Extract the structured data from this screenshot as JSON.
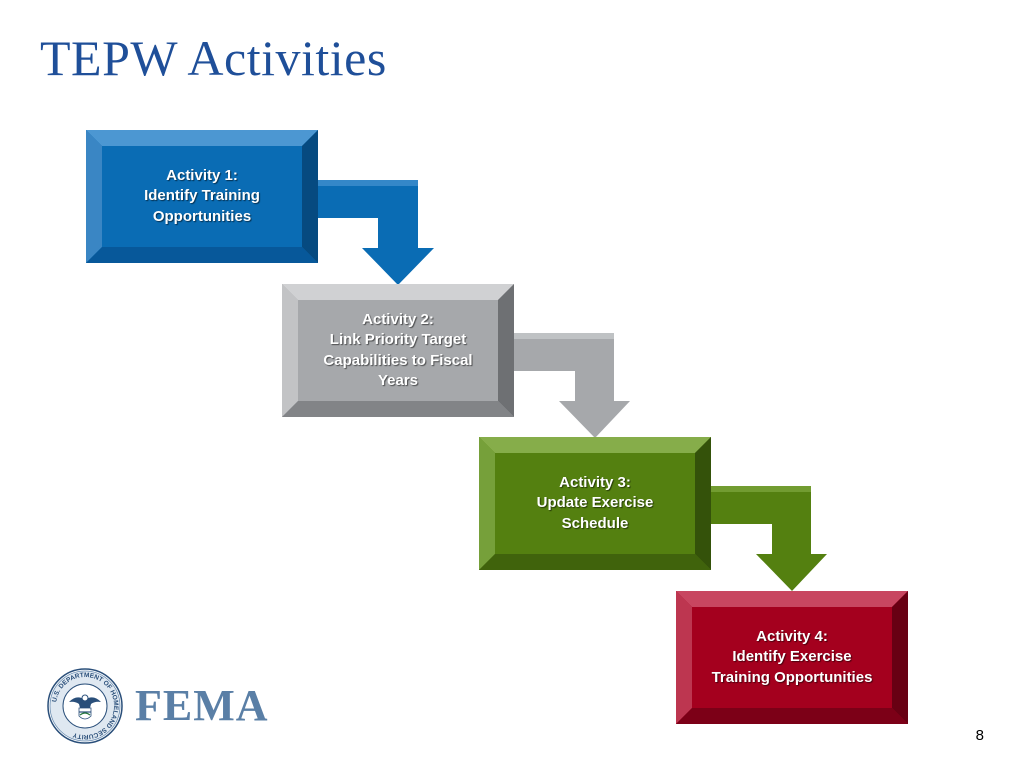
{
  "slide": {
    "title": "TEPW Activities",
    "page_number": "8"
  },
  "activities": [
    {
      "heading": "Activity 1:",
      "lines": [
        "Identify Training",
        "Opportunities"
      ],
      "color": "#0a6cb4"
    },
    {
      "heading": "Activity 2:",
      "lines": [
        "Link Priority Target",
        "Capabilities to Fiscal",
        "Years"
      ],
      "color": "#a6a8ab"
    },
    {
      "heading": "Activity 3:",
      "lines": [
        "Update Exercise",
        "Schedule"
      ],
      "color": "#548010"
    },
    {
      "heading": "Activity 4:",
      "lines": [
        "Identify Exercise",
        "Training Opportunities"
      ],
      "color": "#a4001e"
    }
  ],
  "logo": {
    "wordmark": "FEMA",
    "seal_text": "U.S. DEPARTMENT OF HOMELAND SECURITY",
    "seal_icon": "dhs-seal-icon"
  }
}
